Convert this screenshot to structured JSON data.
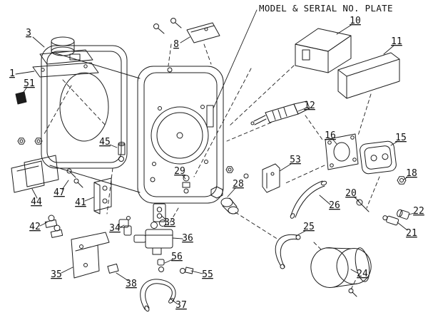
{
  "title": "MODEL & SERIAL NO. PLATE",
  "colors": {
    "ink": "#1c1c1c",
    "background": "#ffffff"
  },
  "labels": {
    "n1": "1",
    "n3": "3",
    "n8": "8",
    "n10": "10",
    "n11": "11",
    "n12": "12",
    "n15": "15",
    "n16": "16",
    "n18": "18",
    "n20": "20",
    "n21": "21",
    "n22": "22",
    "n24": "24",
    "n25": "25",
    "n26": "26",
    "n28": "28",
    "n29": "29",
    "n33": "33",
    "n34": "34",
    "n35": "35",
    "n36": "36",
    "n37": "37",
    "n38": "38",
    "n41": "41",
    "n42": "42",
    "n44": "44",
    "n45": "45",
    "n47": "47",
    "n51": "51",
    "n53": "53",
    "n55": "55",
    "n56": "56"
  }
}
